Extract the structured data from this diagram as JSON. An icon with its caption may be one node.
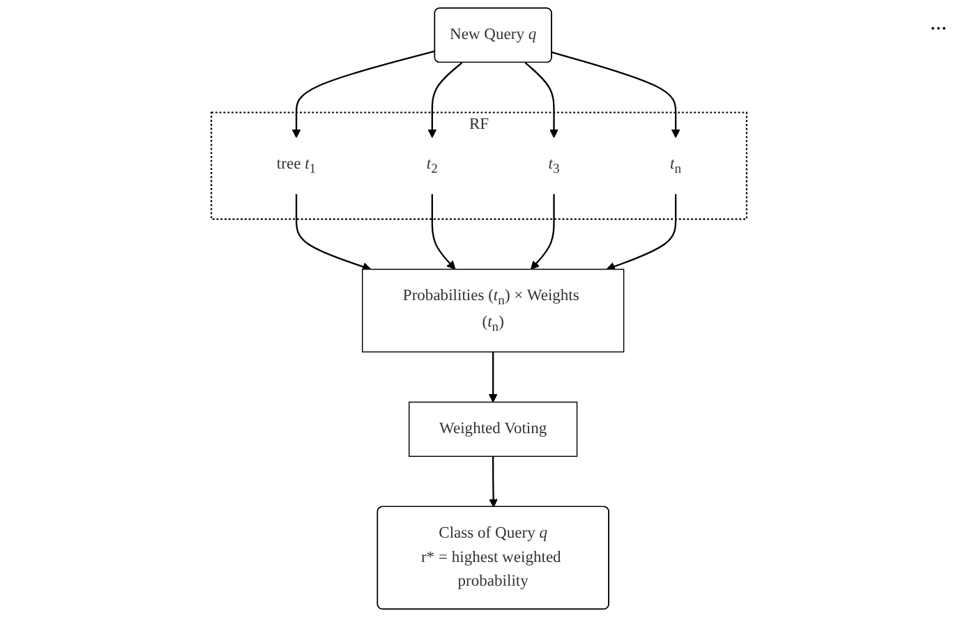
{
  "diagram": {
    "nodes": [
      {
        "text": [
          "New Query *q*"
        ]
      },
      {
        "text": [
          "RF"
        ]
      },
      {
        "text": [
          "tree *t*$_{1}$"
        ],
        "in": 1
      },
      {
        "text": [
          "*t*$_{2}$"
        ],
        "in": 1
      },
      {
        "text": [
          "*t*$_{3}$"
        ],
        "in": 1
      },
      {
        "text": [
          "*t*$_{n}$"
        ],
        "in": 1
      },
      {
        "text": [
          "Probabilities (*t*$_{n}$) × Weights (*t*$_{n}$)"
        ]
      },
      {
        "text": [
          "Weighted Voting"
        ]
      },
      {
        "text": [
          "Class of Query *q*",
          "r* = highest weighted probability"
        ]
      }
    ],
    "edges": [
      {
        "from": 0,
        "to": 2,
        "arrow": "to"
      },
      {
        "from": 0,
        "to": 3,
        "arrow": "to"
      },
      {
        "from": 0,
        "to": 4,
        "arrow": "to"
      },
      {
        "from": 0,
        "to": 5,
        "arrow": "to"
      },
      {
        "from": 2,
        "to": 6,
        "arrow": "to"
      },
      {
        "from": 3,
        "to": 6,
        "arrow": "to"
      },
      {
        "from": 4,
        "to": 6,
        "arrow": "to"
      },
      {
        "from": 5,
        "to": 6,
        "arrow": "to"
      },
      {
        "from": 6,
        "to": 7,
        "arrow": "to"
      },
      {
        "from": 7,
        "to": 8,
        "arrow": "to"
      }
    ],
    "labels": [
      "..."
    ]
  }
}
